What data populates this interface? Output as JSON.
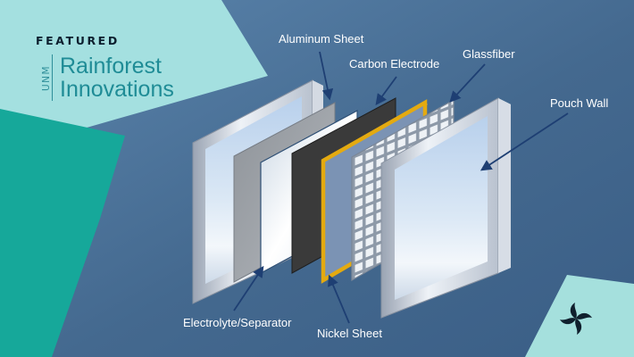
{
  "featured": "FEATURED",
  "brand": {
    "unm": "UNM",
    "line1": "Rainforest",
    "line2": "Innovations"
  },
  "labels": {
    "aluminum": "Aluminum Sheet",
    "carbon": "Carbon Electrode",
    "glassfiber": "Glassfiber",
    "pouch": "Pouch Wall",
    "electrolyte": "Electrolyte/Separator",
    "nickel": "Nickel Sheet"
  },
  "icons": [
    "pinwheel-logo-icon"
  ],
  "colors": {
    "background": "#3e6488",
    "panel_left": "#a4e0e0",
    "panel_teal": "#16a89a",
    "nickel": "#e4aa10",
    "carbon": "#3a3a3a"
  }
}
